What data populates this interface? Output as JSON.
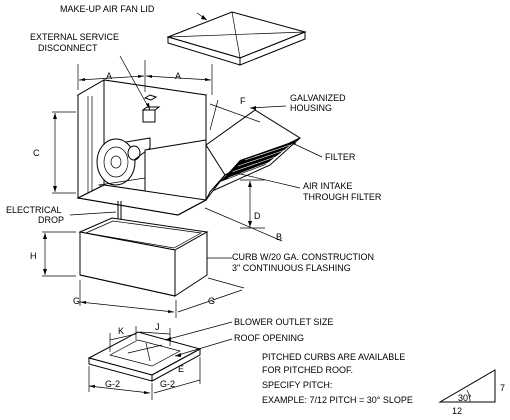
{
  "labels": {
    "makeup_lid": "MAKE-UP AIR FAN LID",
    "ext_disc_1": "EXTERNAL SERVICE",
    "ext_disc_2": "DISCONNECT",
    "galv_1": "GALVANIZED",
    "galv_2": "HOUSING",
    "filter": "FILTER",
    "air_1": "AIR INTAKE",
    "air_2": "THROUGH FILTER",
    "elec_1": "ELECTRICAL",
    "elec_2": "DROP",
    "curb_1": "CURB W/20 GA. CONSTRUCTION",
    "curb_2": "3\" CONTINUOUS FLASHING",
    "blower": "BLOWER OUTLET SIZE",
    "roof": "ROOF OPENING",
    "note_1": "PITCHED CURBS ARE AVAILABLE",
    "note_2": "FOR PITCHED ROOF.",
    "note_3": "SPECIFY PITCH:",
    "note_4": "EXAMPLE: 7/12 PITCH = 30° SLOPE"
  },
  "dimensions": {
    "A_left": "A",
    "A_right": "A",
    "F": "F",
    "C": "C",
    "D": "D",
    "B": "B",
    "H": "H",
    "G_left": "G",
    "G_right": "G",
    "K": "K",
    "J": "J",
    "E": "E",
    "G2_left": "G-2",
    "G2_right": "G-2"
  },
  "pitch": {
    "angle": "30°",
    "rise": "7",
    "run": "12"
  }
}
